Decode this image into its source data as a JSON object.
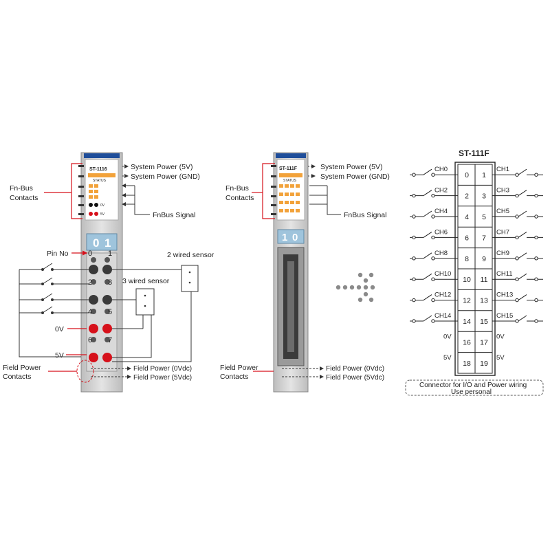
{
  "left_module": {
    "model": "ST-1116",
    "status": "STATUS",
    "indicator_0v": "0V",
    "indicator_5v": "5V",
    "display": [
      "0",
      "1"
    ],
    "pin_numbers": [
      "0",
      "1",
      "2",
      "3",
      "4",
      "5",
      "6",
      "7"
    ],
    "labels": {
      "fnbus_contacts": [
        "Fn-Bus",
        "Contacts"
      ],
      "system_power_5v": "System Power (5V)",
      "system_power_gnd": "System Power (GND)",
      "fnbus_signal": "FnBus Signal",
      "pin_no": "Pin No",
      "two_wired_sensor": "2 wired sensor",
      "three_wired_sensor": "3 wired sensor",
      "zero_v": "0V",
      "five_v": "5V",
      "field_power_contacts": [
        "Field Power",
        "Contacts"
      ],
      "field_power_0vdc": "Field Power (0Vdc)",
      "field_power_5vdc": "Field Power (5Vdc)"
    }
  },
  "middle_module": {
    "model": "ST-111F",
    "status": "STATUS",
    "display": [
      "1",
      "0"
    ],
    "labels": {
      "fnbus_contacts": [
        "Fn-Bus",
        "Contacts"
      ],
      "system_power_5v": "System Power (5V)",
      "system_power_gnd": "System Power (GND)",
      "fnbus_signal": "FnBus Signal",
      "field_power_contacts": [
        "Field Power",
        "Contacts"
      ],
      "field_power_0vdc": "Field Power (0Vdc)",
      "field_power_5vdc": "Field Power (5Vdc)"
    }
  },
  "connector": {
    "title": "ST-111F",
    "left_labels": [
      "CH0",
      "CH2",
      "CH4",
      "CH6",
      "CH8",
      "CH10",
      "CH12",
      "CH14",
      "0V",
      "5V"
    ],
    "right_labels": [
      "CH1",
      "CH3",
      "CH5",
      "CH7",
      "CH9",
      "CH11",
      "CH13",
      "CH15",
      "0V",
      "5V"
    ],
    "left_pins": [
      "0",
      "2",
      "4",
      "6",
      "8",
      "10",
      "12",
      "14",
      "16",
      "18"
    ],
    "right_pins": [
      "1",
      "3",
      "5",
      "7",
      "9",
      "11",
      "13",
      "15",
      "17",
      "19"
    ],
    "note": [
      "Connector for I/O and Power wiring",
      "Use personal"
    ]
  },
  "colors": {
    "red": "#d6101a",
    "module_grey": "#c9c9c9",
    "blue_cap": "#1f4e9a",
    "orange_led": "#f2a23a",
    "display_blue": "#9fc4dc",
    "arrow_grey": "#8a8a8a"
  }
}
